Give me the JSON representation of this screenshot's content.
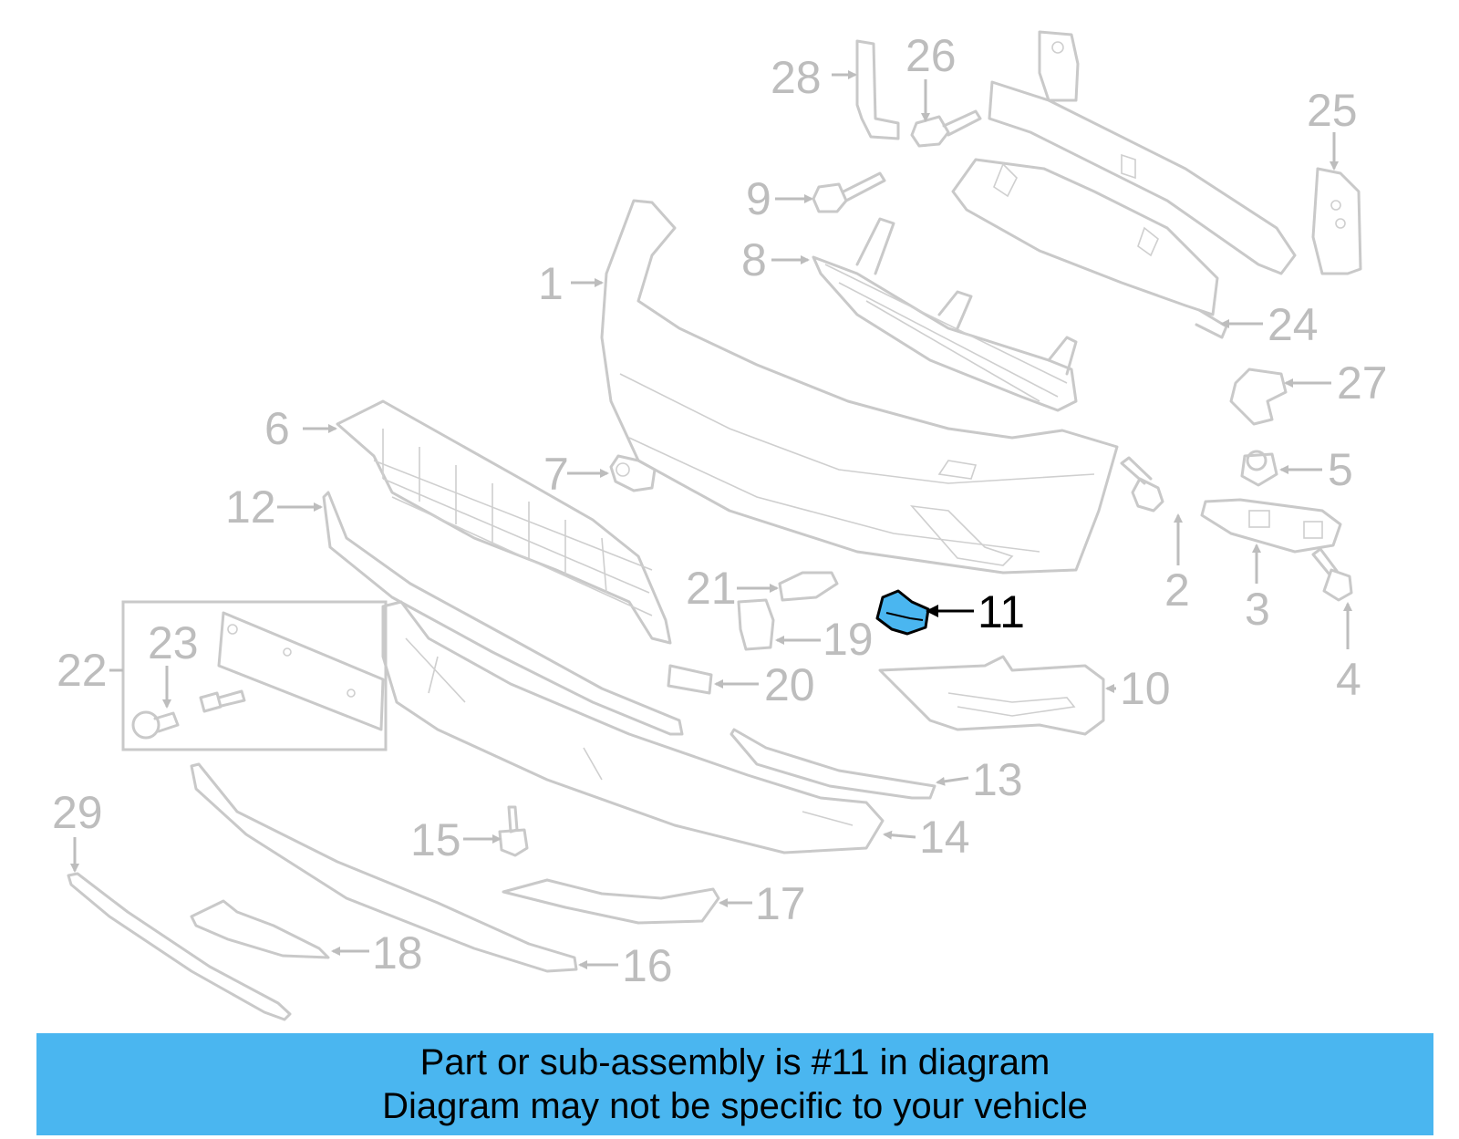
{
  "callouts": {
    "c1": "1",
    "c2": "2",
    "c3": "3",
    "c4": "4",
    "c5": "5",
    "c6": "6",
    "c7": "7",
    "c8": "8",
    "c9": "9",
    "c10": "10",
    "c11": "11",
    "c12": "12",
    "c13": "13",
    "c14": "14",
    "c15": "15",
    "c16": "16",
    "c17": "17",
    "c18": "18",
    "c19": "19",
    "c20": "20",
    "c21": "21",
    "c22": "22",
    "c23": "23",
    "c24": "24",
    "c25": "25",
    "c26": "26",
    "c27": "27",
    "c28": "28",
    "c29": "29"
  },
  "highlight": {
    "part_number": "11",
    "color": "#4ab6f0"
  },
  "banner": {
    "line1": "Part or sub-assembly is #11 in diagram",
    "line2": "Diagram may not be specific to your vehicle",
    "background": "#4ab6f0"
  }
}
